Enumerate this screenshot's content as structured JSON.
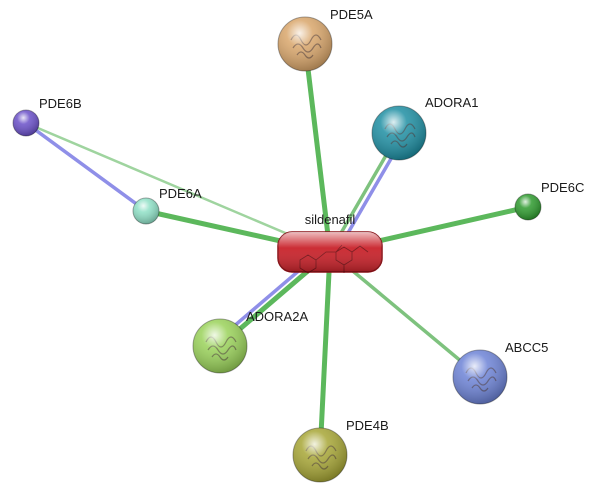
{
  "network": {
    "nodes": [
      {
        "id": "sildenafil",
        "label": "sildenafil",
        "kind": "compound",
        "color": "#c9232b"
      },
      {
        "id": "PDE5A",
        "label": "PDE5A",
        "kind": "protein",
        "color": "#d9a66b",
        "structure": "protein-structure-icon"
      },
      {
        "id": "ADORA1",
        "label": "ADORA1",
        "kind": "protein",
        "color": "#1f8fa3",
        "structure": "protein-structure-icon"
      },
      {
        "id": "PDE6B",
        "label": "PDE6B",
        "kind": "protein",
        "color": "#6a50c8"
      },
      {
        "id": "PDE6A",
        "label": "PDE6A",
        "kind": "protein",
        "color": "#8fe0c6"
      },
      {
        "id": "PDE6C",
        "label": "PDE6C",
        "kind": "protein",
        "color": "#2e9a2e"
      },
      {
        "id": "ADORA2A",
        "label": "ADORA2A",
        "kind": "protein",
        "color": "#9ad25a",
        "structure": "protein-structure-icon"
      },
      {
        "id": "ABCC5",
        "label": "ABCC5",
        "kind": "protein",
        "color": "#6d83d6",
        "structure": "protein-structure-icon"
      },
      {
        "id": "PDE4B",
        "label": "PDE4B",
        "kind": "protein",
        "color": "#a7a636",
        "structure": "protein-structure-icon"
      }
    ],
    "edges": [
      {
        "source": "sildenafil",
        "target": "PDE5A",
        "type": "compound-protein",
        "strength": "strong",
        "color": "#5cb85c"
      },
      {
        "source": "sildenafil",
        "target": "ADORA1",
        "type": "compound-protein",
        "strength": "medium",
        "color": "#7ec27e"
      },
      {
        "source": "sildenafil",
        "target": "ADORA1",
        "type": "protein-protein",
        "strength": "medium",
        "color": "#8f8fe8"
      },
      {
        "source": "sildenafil",
        "target": "PDE6A",
        "type": "compound-protein",
        "strength": "strong",
        "color": "#5cb85c"
      },
      {
        "source": "sildenafil",
        "target": "PDE6B",
        "type": "compound-protein",
        "strength": "weak",
        "color": "#9fd49f"
      },
      {
        "source": "PDE6B",
        "target": "PDE6A",
        "type": "protein-protein",
        "strength": "medium",
        "color": "#8f8fe8"
      },
      {
        "source": "sildenafil",
        "target": "PDE6C",
        "type": "compound-protein",
        "strength": "strong",
        "color": "#5cb85c"
      },
      {
        "source": "sildenafil",
        "target": "ADORA2A",
        "type": "compound-protein",
        "strength": "strong",
        "color": "#5cb85c"
      },
      {
        "source": "sildenafil",
        "target": "ADORA2A",
        "type": "protein-protein",
        "strength": "medium",
        "color": "#8f8fe8"
      },
      {
        "source": "sildenafil",
        "target": "ABCC5",
        "type": "compound-protein",
        "strength": "medium",
        "color": "#7ec27e"
      },
      {
        "source": "sildenafil",
        "target": "PDE4B",
        "type": "compound-protein",
        "strength": "strong",
        "color": "#5cb85c"
      }
    ]
  }
}
